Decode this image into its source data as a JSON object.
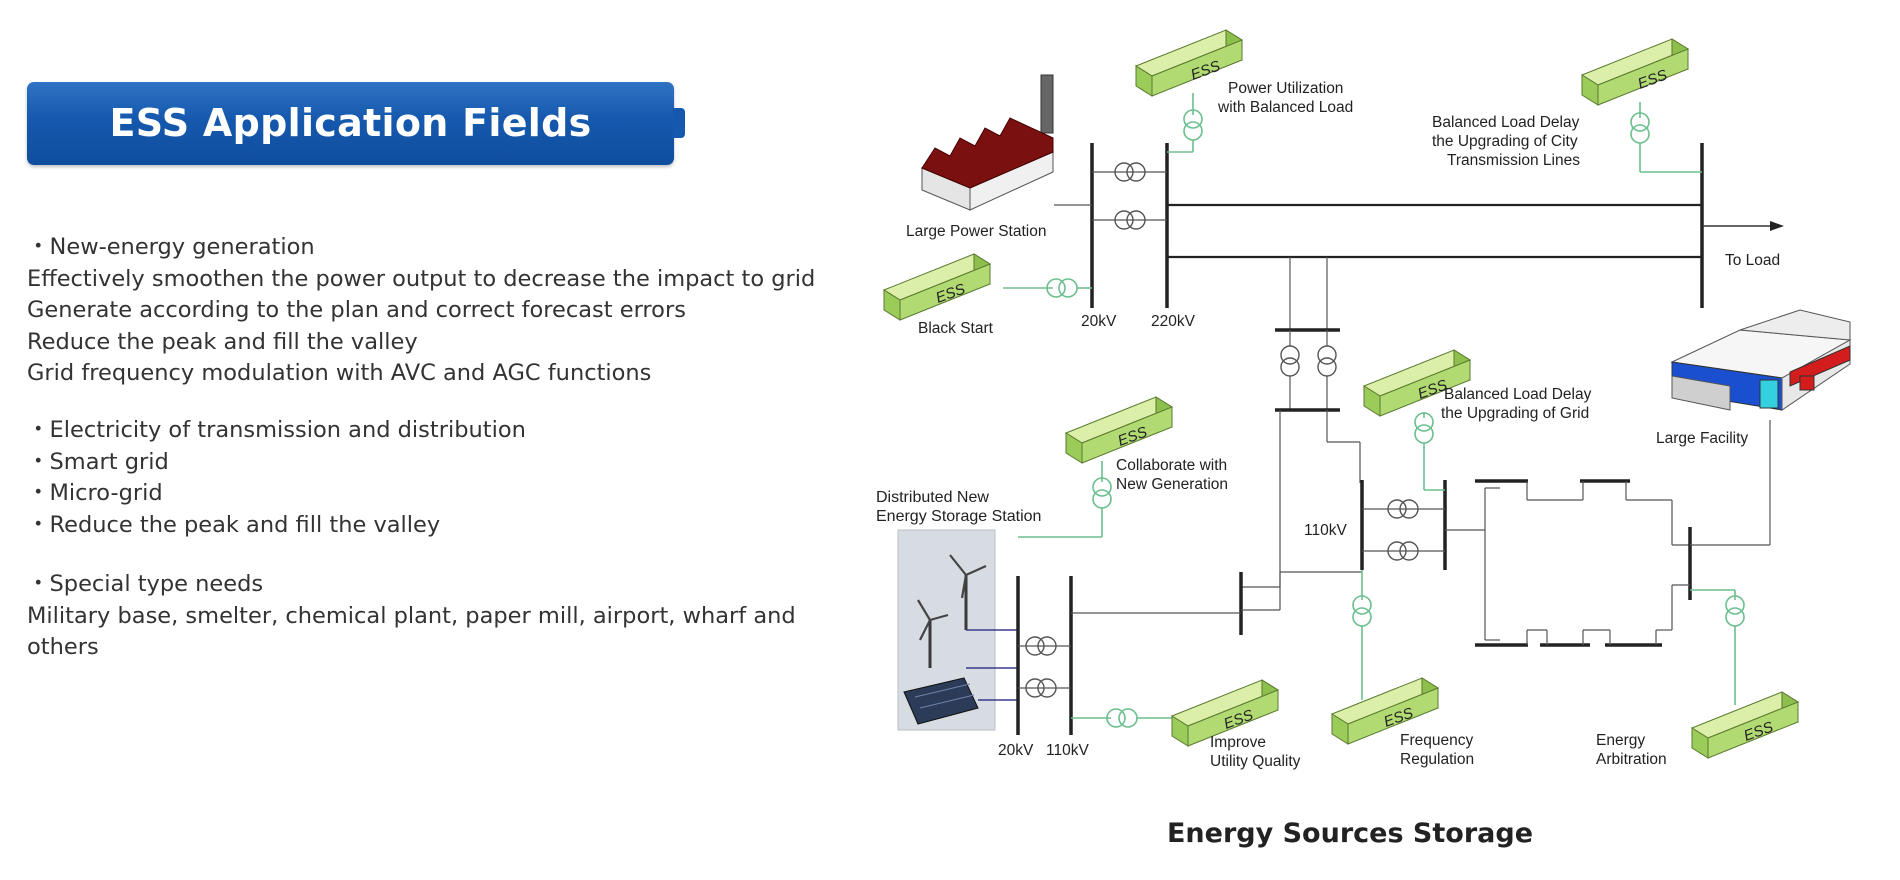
{
  "banner": {
    "title": "ESS Application Fields"
  },
  "sections": {
    "new_energy": {
      "heading": "New-energy generation",
      "lines": [
        "Effectively smoothen the power output to decrease the impact to grid",
        "Generate according to the plan and correct forecast errors",
        "Reduce the peak and fill the valley",
        "Grid frequency modulation with AVC and AGC functions"
      ]
    },
    "grid": {
      "items": [
        "Electricity of transmission and distribution",
        "Smart grid",
        "Micro-grid",
        "Reduce the peak and fill the valley"
      ]
    },
    "special": {
      "heading": "Special type needs",
      "line": "Military base, smelter, chemical plant, paper mill, airport, wharf and others"
    }
  },
  "diagram": {
    "title": "Energy Sources Storage",
    "ess_label": "ESS",
    "labels": {
      "power_utilization": [
        "Power Utilization",
        "with Balanced Load"
      ],
      "balanced_city": [
        "Balanced Load Delay",
        "the Upgrading of City",
        "Transmission Lines"
      ],
      "large_power_station": "Large Power Station",
      "black_start": "Black Start",
      "kv20_top": "20kV",
      "kv220": "220kV",
      "to_load": "To Load",
      "balanced_grid": [
        "Balanced Load Delay",
        "the Upgrading of Grid"
      ],
      "large_facility": "Large Facility",
      "collaborate": [
        "Collaborate with",
        "New Generation"
      ],
      "distributed": [
        "Distributed New",
        "Energy Storage Station"
      ],
      "kv110_mid": "110kV",
      "kv20_bottom": "20kV",
      "kv110_bottom": "110kV",
      "improve": [
        "Improve",
        "Utility Quality"
      ],
      "frequency": [
        "Frequency",
        "Regulation"
      ],
      "arbitration": [
        "Energy",
        "Arbitration"
      ]
    }
  }
}
